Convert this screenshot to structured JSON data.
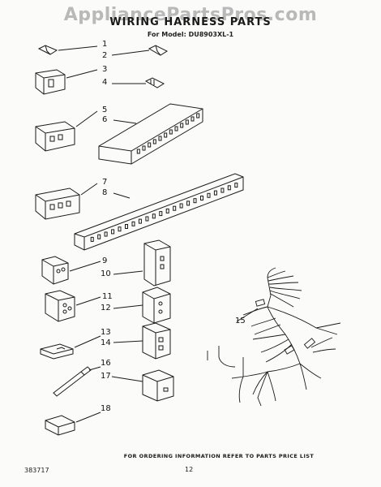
{
  "watermark": "AppliancePartsPros.com",
  "title": "WIRING HARNESS PARTS",
  "model_line": "For Model: DU8903XL-1",
  "parts": [
    {
      "number": "1"
    },
    {
      "number": "2"
    },
    {
      "number": "3"
    },
    {
      "number": "4"
    },
    {
      "number": "5"
    },
    {
      "number": "6"
    },
    {
      "number": "7"
    },
    {
      "number": "8"
    },
    {
      "number": "9"
    },
    {
      "number": "10"
    },
    {
      "number": "11"
    },
    {
      "number": "12"
    },
    {
      "number": "13"
    },
    {
      "number": "14"
    },
    {
      "number": "15"
    },
    {
      "number": "16"
    },
    {
      "number": "17"
    },
    {
      "number": "18"
    }
  ],
  "footer": "FOR ORDERING INFORMATION REFER TO PARTS PRICE LIST",
  "doc_number": "383717",
  "page_number": "12"
}
